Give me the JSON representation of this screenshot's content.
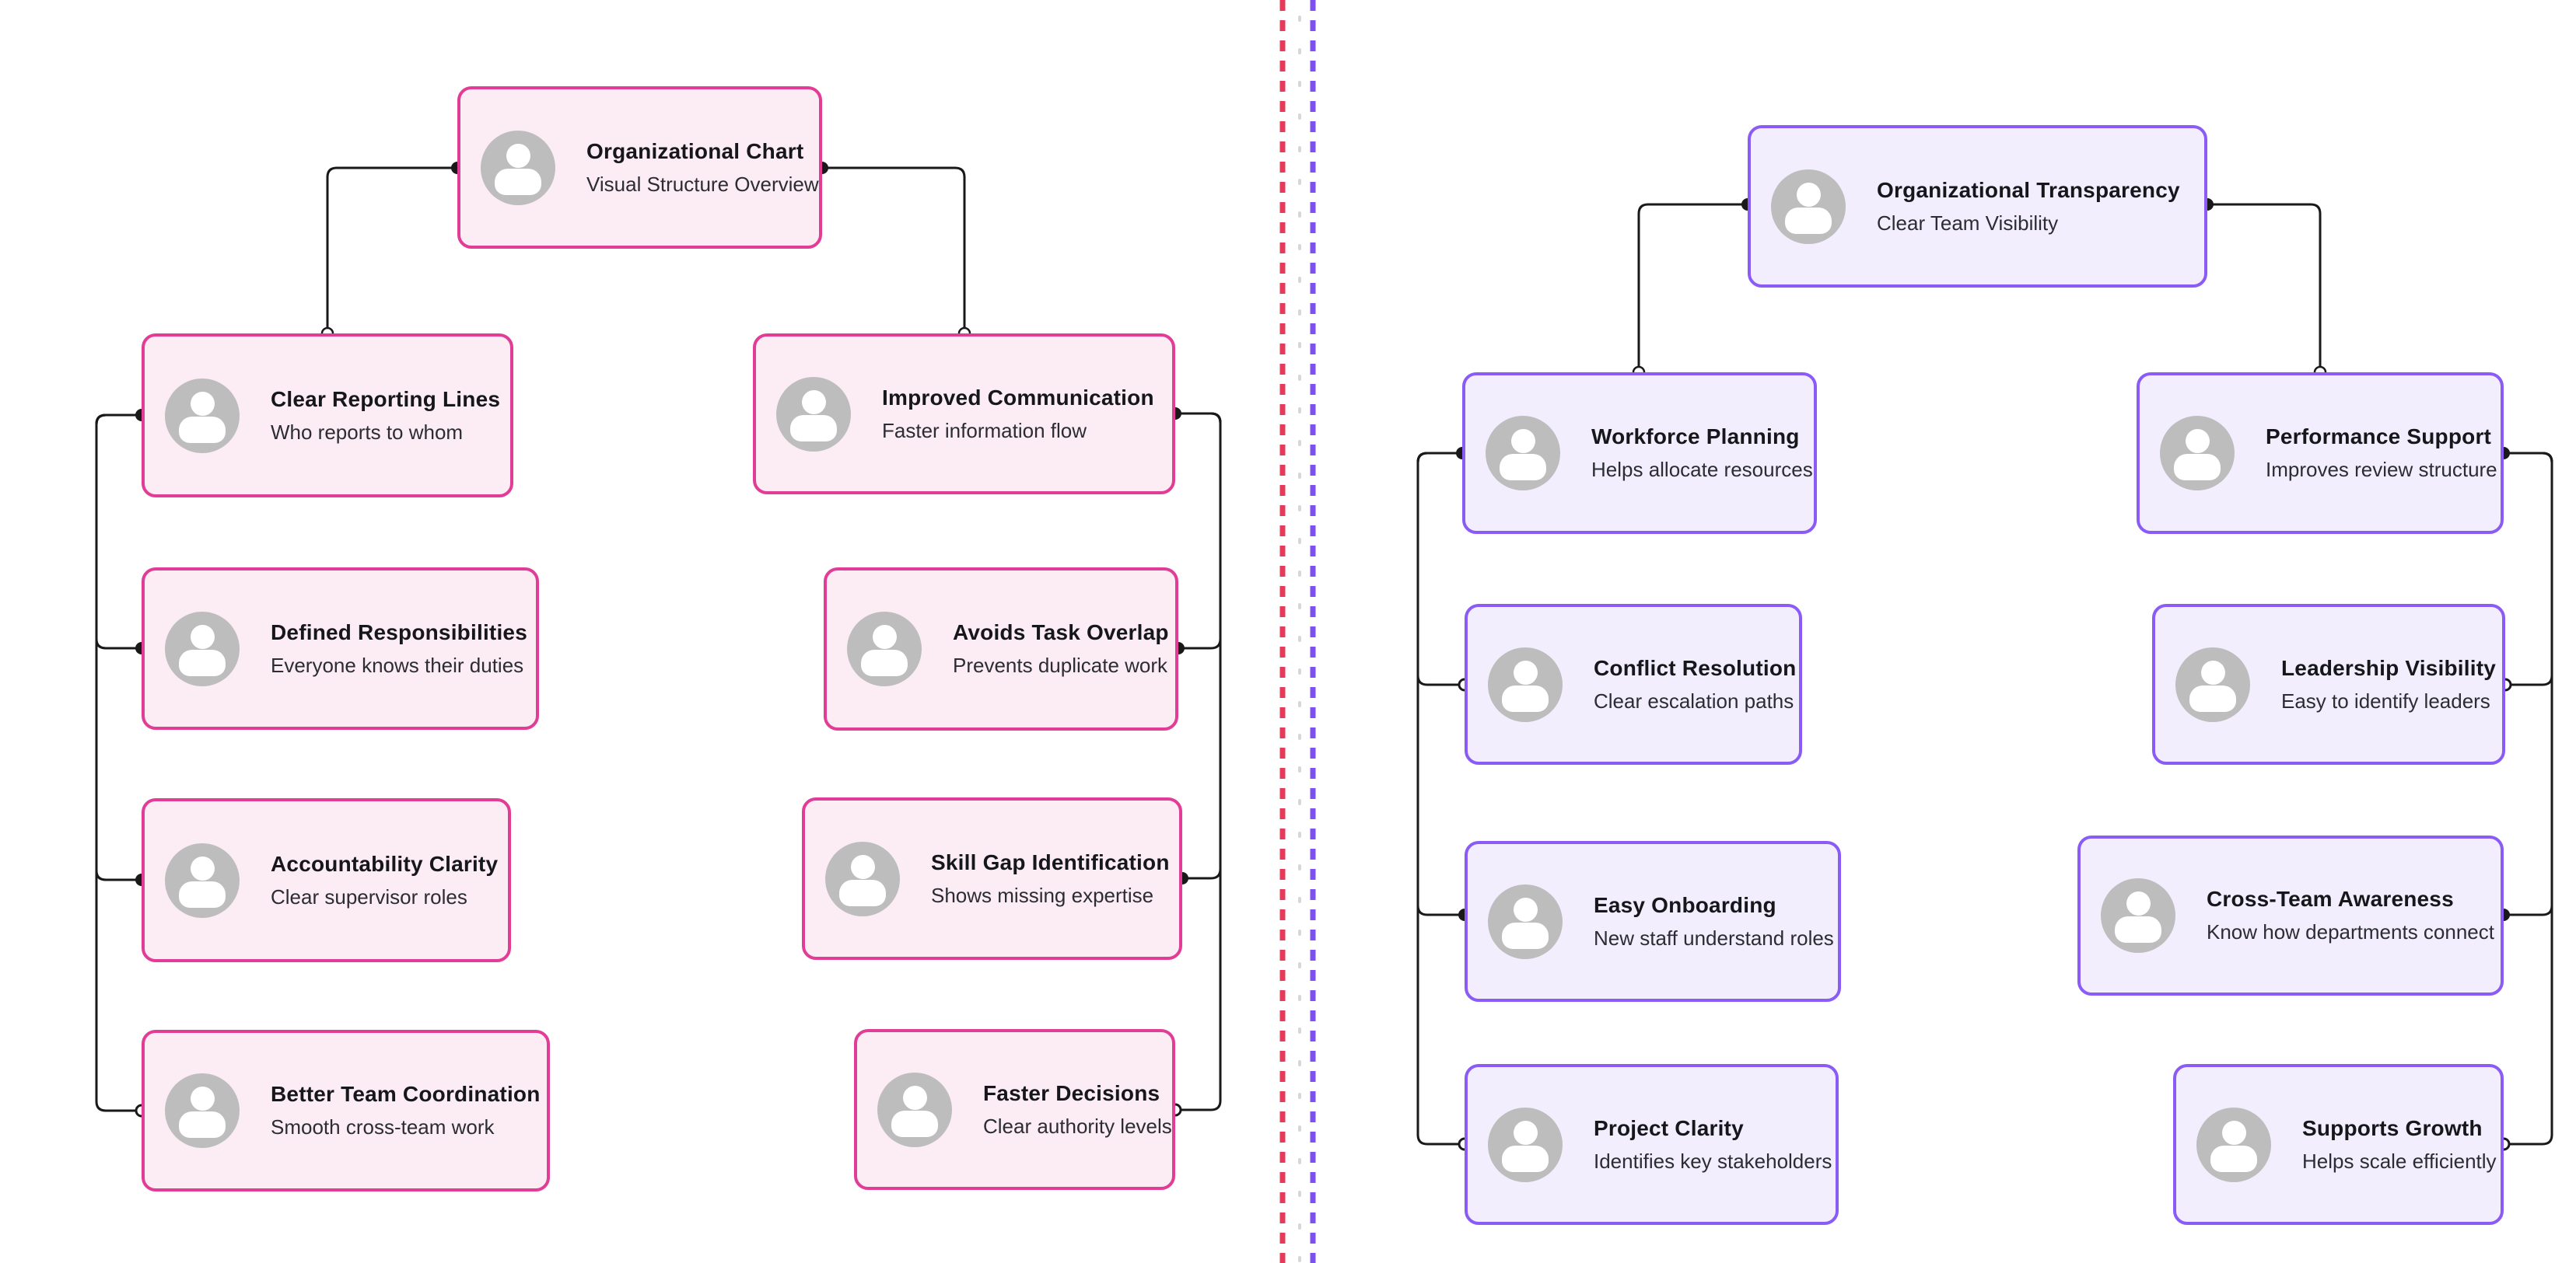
{
  "left_diagram": {
    "accent": "#e23d96",
    "fill": "#fcecf4",
    "root": {
      "title": "Organizational Chart",
      "subtitle": "Visual Structure Overview"
    },
    "nodes": [
      {
        "title": "Clear Reporting Lines",
        "subtitle": "Who reports to whom"
      },
      {
        "title": "Defined Responsibilities",
        "subtitle": "Everyone knows their duties"
      },
      {
        "title": "Accountability Clarity",
        "subtitle": "Clear supervisor roles"
      },
      {
        "title": "Better Team Coordination",
        "subtitle": "Smooth cross-team work"
      },
      {
        "title": "Improved Communication",
        "subtitle": "Faster information flow"
      },
      {
        "title": "Avoids Task Overlap",
        "subtitle": "Prevents duplicate work"
      },
      {
        "title": "Skill Gap Identification",
        "subtitle": "Shows missing expertise"
      },
      {
        "title": "Faster Decisions",
        "subtitle": "Clear authority levels"
      }
    ]
  },
  "right_diagram": {
    "accent": "#8a5cf5",
    "fill": "#f3eefd",
    "root": {
      "title": "Organizational Transparency",
      "subtitle": "Clear Team Visibility"
    },
    "nodes": [
      {
        "title": "Workforce Planning",
        "subtitle": "Helps allocate resources"
      },
      {
        "title": "Conflict Resolution",
        "subtitle": "Clear escalation paths"
      },
      {
        "title": "Easy Onboarding",
        "subtitle": "New staff understand roles"
      },
      {
        "title": "Project Clarity",
        "subtitle": "Identifies key stakeholders"
      },
      {
        "title": "Performance Support",
        "subtitle": "Improves review structure"
      },
      {
        "title": "Leadership Visibility",
        "subtitle": "Easy to identify leaders"
      },
      {
        "title": "Cross-Team Awareness",
        "subtitle": "Know how departments connect"
      },
      {
        "title": "Supports Growth",
        "subtitle": "Helps scale efficiently"
      }
    ]
  },
  "divider": {
    "red": "#e63a5a",
    "purple": "#7d50f0",
    "dots": "#c7c7cc"
  },
  "edge_color": "#191919",
  "avatar_color": "#bdbdbd"
}
